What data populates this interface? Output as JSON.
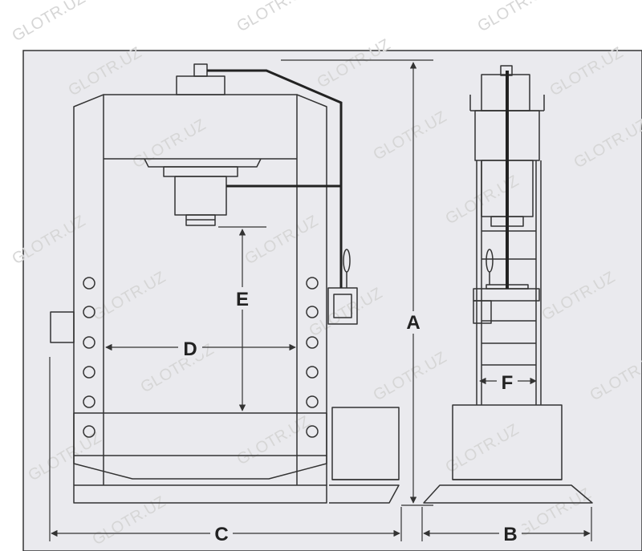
{
  "colors": {
    "panel_background": "#eaeaee",
    "line": "#333333",
    "hose": "#222222",
    "watermark": "#d6d6d6"
  },
  "watermark": "GLOTR.UZ",
  "dimensions": {
    "a": "A",
    "b": "B",
    "c": "C",
    "d": "D",
    "e": "E",
    "f": "F"
  }
}
